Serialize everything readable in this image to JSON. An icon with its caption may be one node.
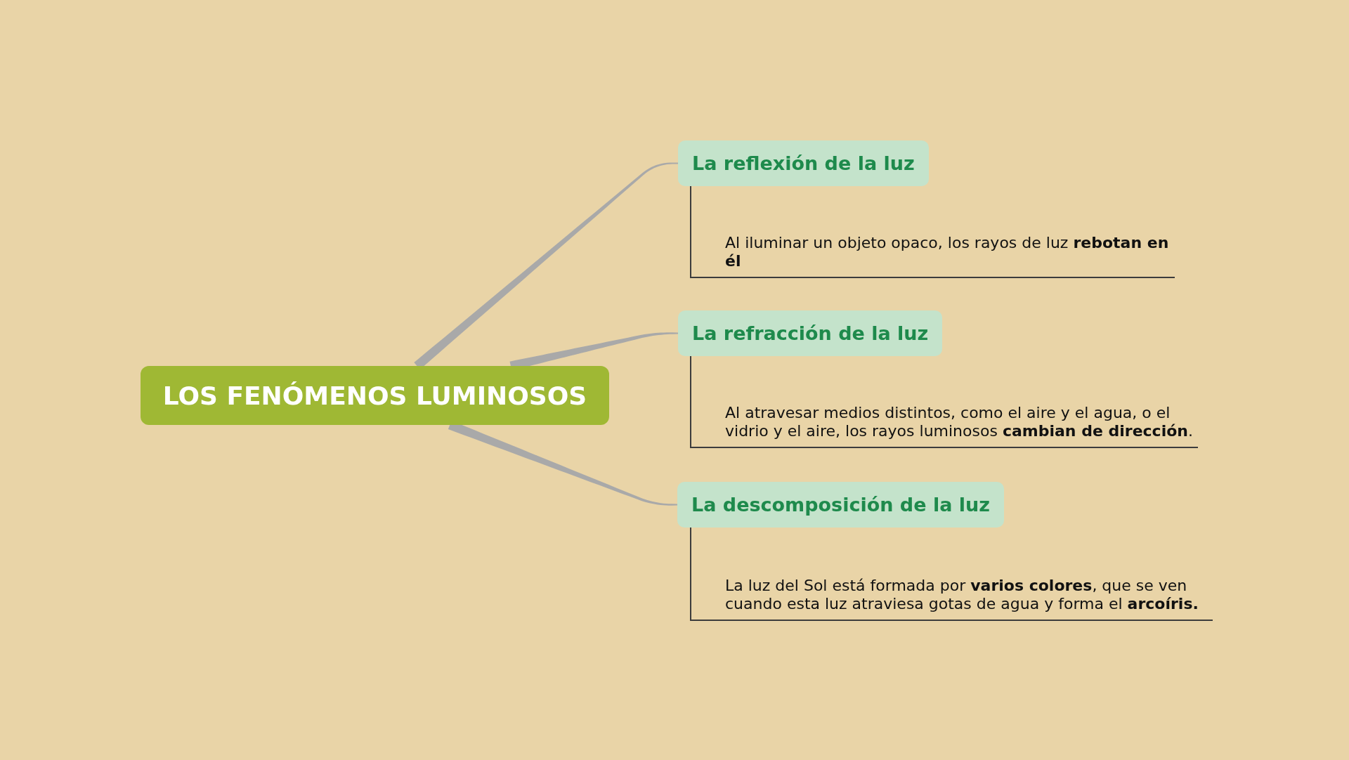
{
  "diagram": {
    "nodes": [
      {
        "text": [
          "LOS FENÓMENOS LUMINOSOS"
        ]
      },
      {
        "text": [
          "La reflexión de la luz"
        ]
      },
      {
        "text": [
          "Al iluminar un objeto opaco, los rayos de luz **rebotan en él**"
        ]
      },
      {
        "text": [
          "La refracción de la luz"
        ]
      },
      {
        "text": [
          "Al atravesar medios distintos, como el aire y el agua, o el vidrio y el aire, los rayos luminosos **cambian de dirección**."
        ]
      },
      {
        "text": [
          "La descomposición de la luz"
        ]
      },
      {
        "text": [
          "La luz del Sol está formada por **varios colores**, que se ven cuando esta luz atraviesa gotas de agua y forma el **arcoíris.**"
        ]
      }
    ],
    "edges": [
      {
        "from": 0,
        "to": 1,
        "arrow": "none",
        "style": "thick",
        "color": "#a9a9a9"
      },
      {
        "from": 0,
        "to": 3,
        "arrow": "none",
        "style": "thick",
        "color": "#a9a9a9"
      },
      {
        "from": 0,
        "to": 5,
        "arrow": "none",
        "style": "thick",
        "color": "#a9a9a9"
      },
      {
        "from": 1,
        "to": 2,
        "arrow": "none"
      },
      {
        "from": 3,
        "to": 4,
        "arrow": "none"
      },
      {
        "from": 5,
        "to": 6,
        "arrow": "none"
      }
    ]
  }
}
